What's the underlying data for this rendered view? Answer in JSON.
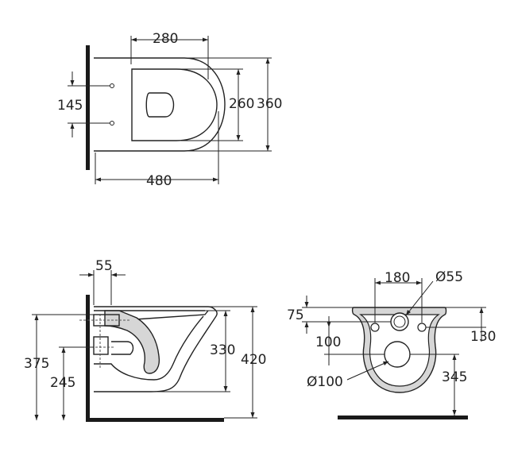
{
  "top_view": {
    "dims": {
      "width_top": "280",
      "mount_spacing": "145",
      "seat_width": "260",
      "overall_width": "360",
      "overall_length": "480"
    }
  },
  "side_view": {
    "dims": {
      "outlet_offset": "55",
      "total_height": "375",
      "inlet_height": "245",
      "bowl_height": "330",
      "rim_height": "420"
    }
  },
  "rear_view": {
    "dims": {
      "bolt_spacing": "180",
      "inlet_diameter": "Ø55",
      "inlet_drop": "75",
      "bolt_drop": "100",
      "bolt_drop_right": "130",
      "outlet_diameter": "Ø100",
      "outlet_height": "345"
    }
  }
}
